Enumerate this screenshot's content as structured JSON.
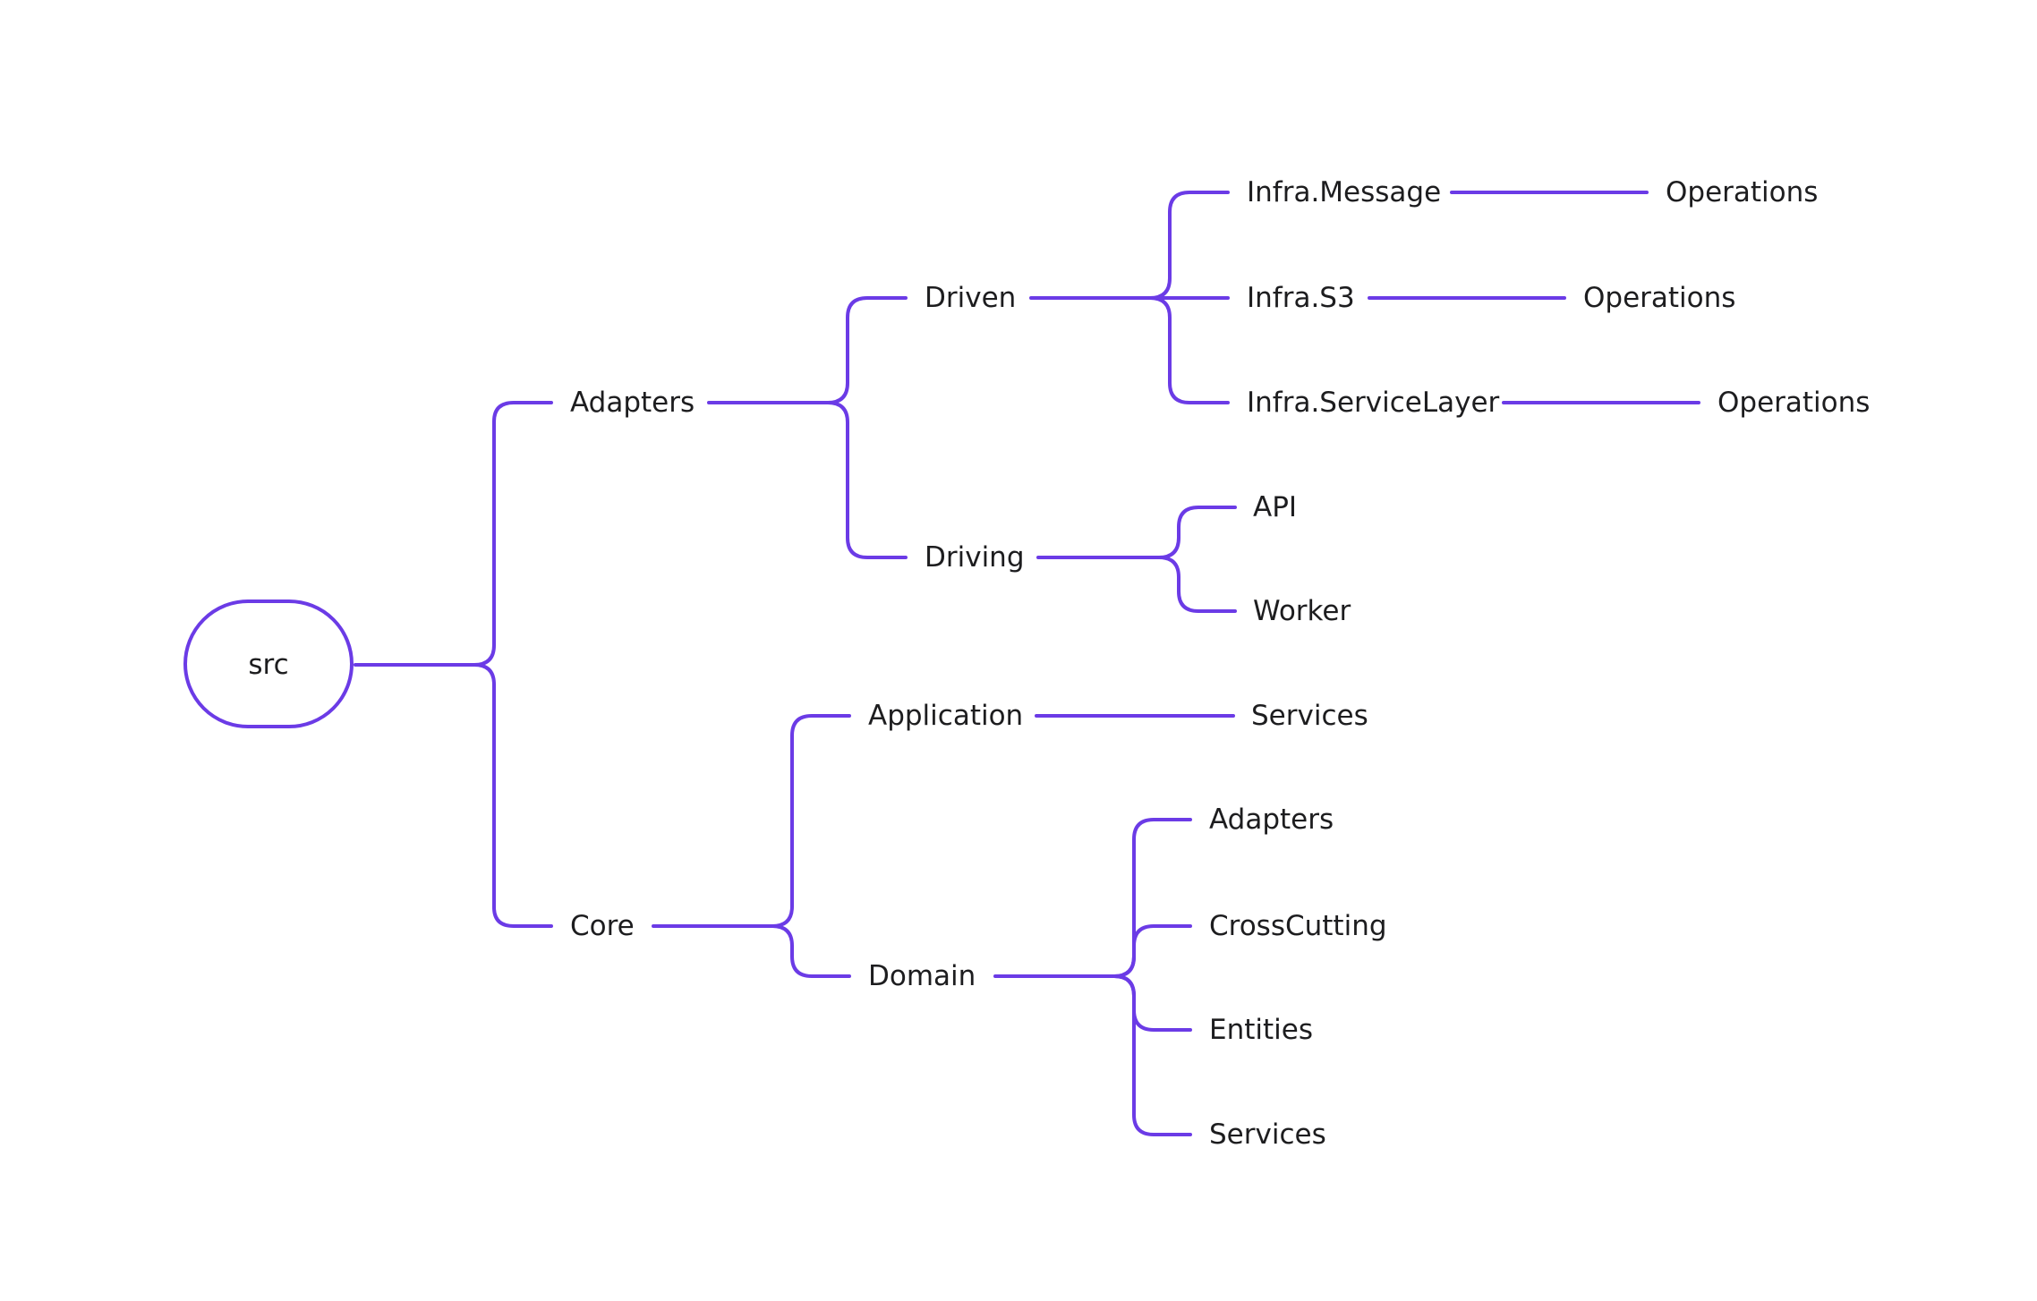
{
  "colors": {
    "connector": "#6b3be6",
    "text": "#1d1d1f",
    "background": "#ffffff"
  },
  "mindmap": {
    "root": {
      "label": "src"
    },
    "nodes": {
      "adapters": {
        "label": "Adapters"
      },
      "core": {
        "label": "Core"
      },
      "driven": {
        "label": "Driven"
      },
      "driving": {
        "label": "Driving"
      },
      "application": {
        "label": "Application"
      },
      "domain": {
        "label": "Domain"
      },
      "infra_message": {
        "label": "Infra.Message"
      },
      "infra_s3": {
        "label": "Infra.S3"
      },
      "infra_servicelayer": {
        "label": "Infra.ServiceLayer"
      },
      "ops_message": {
        "label": "Operations"
      },
      "ops_s3": {
        "label": "Operations"
      },
      "ops_servicelayer": {
        "label": "Operations"
      },
      "api": {
        "label": "API"
      },
      "worker": {
        "label": "Worker"
      },
      "app_services": {
        "label": "Services"
      },
      "domain_adapters": {
        "label": "Adapters"
      },
      "crosscutting": {
        "label": "CrossCutting"
      },
      "entities": {
        "label": "Entities"
      },
      "domain_services": {
        "label": "Services"
      }
    }
  }
}
